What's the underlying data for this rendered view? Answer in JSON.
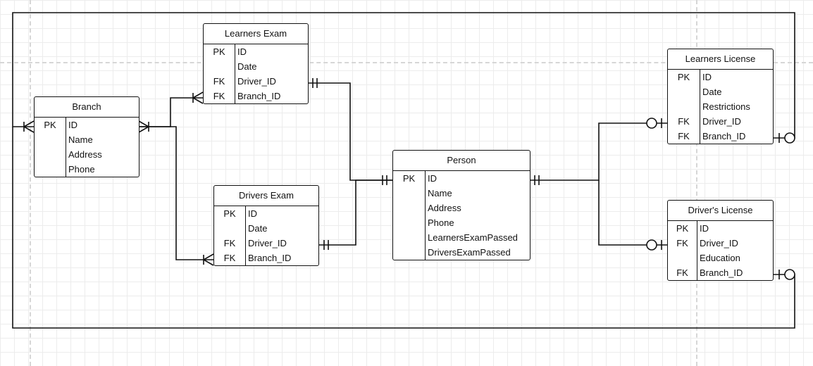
{
  "entities": [
    {
      "id": "learners-exam",
      "title": "Learners Exam",
      "rows": [
        {
          "key": "PK",
          "name": "ID"
        },
        {
          "key": "",
          "name": "Date"
        },
        {
          "key": "FK",
          "name": "Driver_ID"
        },
        {
          "key": "FK",
          "name": "Branch_ID"
        }
      ]
    },
    {
      "id": "branch",
      "title": "Branch",
      "rows": [
        {
          "key": "PK",
          "name": "ID"
        },
        {
          "key": "",
          "name": "Name"
        },
        {
          "key": "",
          "name": "Address"
        },
        {
          "key": "",
          "name": "Phone"
        }
      ]
    },
    {
      "id": "drivers-exam",
      "title": "Drivers Exam",
      "rows": [
        {
          "key": "PK",
          "name": "ID"
        },
        {
          "key": "",
          "name": "Date"
        },
        {
          "key": "FK",
          "name": "Driver_ID"
        },
        {
          "key": "FK",
          "name": "Branch_ID"
        }
      ]
    },
    {
      "id": "person",
      "title": "Person",
      "rows": [
        {
          "key": "PK",
          "name": "ID"
        },
        {
          "key": "",
          "name": "Name"
        },
        {
          "key": "",
          "name": "Address"
        },
        {
          "key": "",
          "name": "Phone"
        },
        {
          "key": "",
          "name": "LearnersExamPassed"
        },
        {
          "key": "",
          "name": "DriversExamPassed"
        }
      ]
    },
    {
      "id": "learners-license",
      "title": "Learners License",
      "rows": [
        {
          "key": "PK",
          "name": "ID"
        },
        {
          "key": "",
          "name": "Date"
        },
        {
          "key": "",
          "name": "Restrictions"
        },
        {
          "key": "FK",
          "name": "Driver_ID"
        },
        {
          "key": "FK",
          "name": "Branch_ID"
        }
      ]
    },
    {
      "id": "drivers-license",
      "title": "Driver's License",
      "rows": [
        {
          "key": "PK",
          "name": "ID"
        },
        {
          "key": "FK",
          "name": "Driver_ID"
        },
        {
          "key": "",
          "name": "Education"
        },
        {
          "key": "FK",
          "name": "Branch_ID"
        }
      ]
    }
  ],
  "relationships": [
    {
      "from": "branch",
      "to": "learners-exam",
      "from_end": "many",
      "to_end": "many"
    },
    {
      "from": "branch",
      "to": "drivers-exam",
      "from_end": "many",
      "to_end": "many"
    },
    {
      "from": "learners-exam",
      "to": "person",
      "from_end": "one-mandatory",
      "to_end": "one-mandatory"
    },
    {
      "from": "drivers-exam",
      "to": "person",
      "from_end": "one-mandatory",
      "to_end": "one-mandatory"
    },
    {
      "from": "person",
      "to": "learners-license",
      "from_end": "one-mandatory",
      "to_end": "zero-or-one"
    },
    {
      "from": "person",
      "to": "drivers-license",
      "from_end": "one-mandatory",
      "to_end": "zero-or-one"
    },
    {
      "from": "learners-license",
      "to": "branch",
      "from_end": "zero-or-one",
      "to_end": "many"
    },
    {
      "from": "drivers-license",
      "to": "branch",
      "from_end": "zero-or-one",
      "to_end": "many"
    }
  ]
}
